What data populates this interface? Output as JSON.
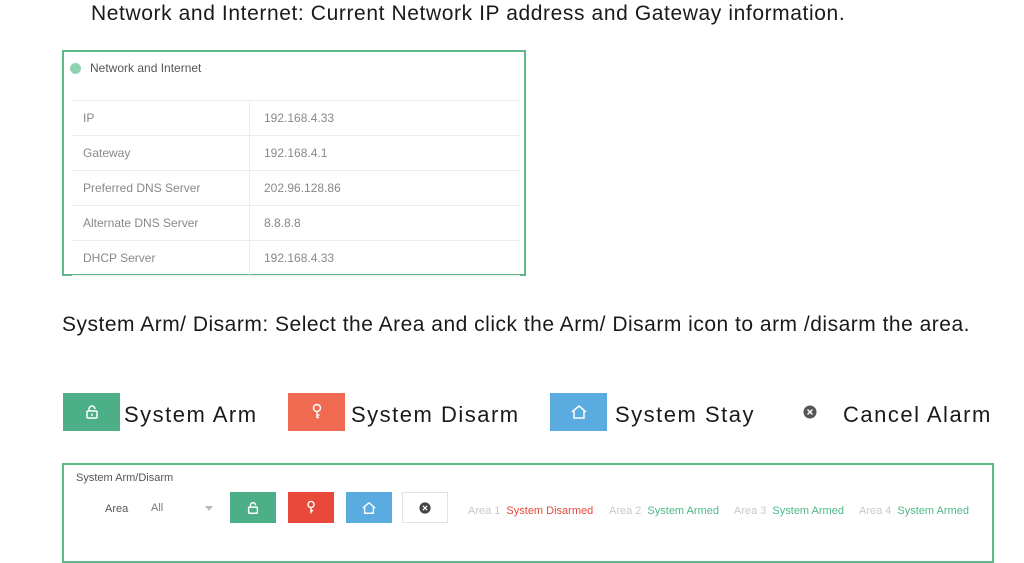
{
  "headings": {
    "network": "Network and Internet: Current Network IP address and Gateway information.",
    "arm": "System Arm/ Disarm: Select the Area and click the Arm/ Disarm icon to arm /disarm the area."
  },
  "network_panel": {
    "title": "Network and Internet",
    "rows": [
      {
        "label": "IP",
        "value": "192.168.4.33"
      },
      {
        "label": "Gateway",
        "value": "192.168.4.1"
      },
      {
        "label": "Preferred DNS Server",
        "value": "202.96.128.86"
      },
      {
        "label": "Alternate DNS Server",
        "value": "8.8.8.8"
      },
      {
        "label": "DHCP Server",
        "value": "192.168.4.33"
      }
    ]
  },
  "legend": {
    "arm": "System Arm",
    "disarm": "System Disarm",
    "stay": "System Stay",
    "cancel": "Cancel Alarm"
  },
  "arm_panel": {
    "title": "System Arm/Disarm",
    "area_label": "Area",
    "area_value": "All",
    "areas": [
      {
        "name": "Area 1",
        "status": "System Disarmed",
        "color": "#e8493a"
      },
      {
        "name": "Area 2",
        "status": "System Armed",
        "color": "#4db887"
      },
      {
        "name": "Area 3",
        "status": "System Armed",
        "color": "#4db887"
      },
      {
        "name": "Area 4",
        "status": "System Armed",
        "color": "#4db887"
      }
    ]
  },
  "colors": {
    "arm": "#4caf88",
    "disarm": "#f06a52",
    "stay": "#5aace0",
    "border": "#5cb98a"
  },
  "icons": {
    "arm": "lock-icon",
    "disarm": "key-icon",
    "stay": "house-icon",
    "cancel": "close-circle-icon"
  }
}
